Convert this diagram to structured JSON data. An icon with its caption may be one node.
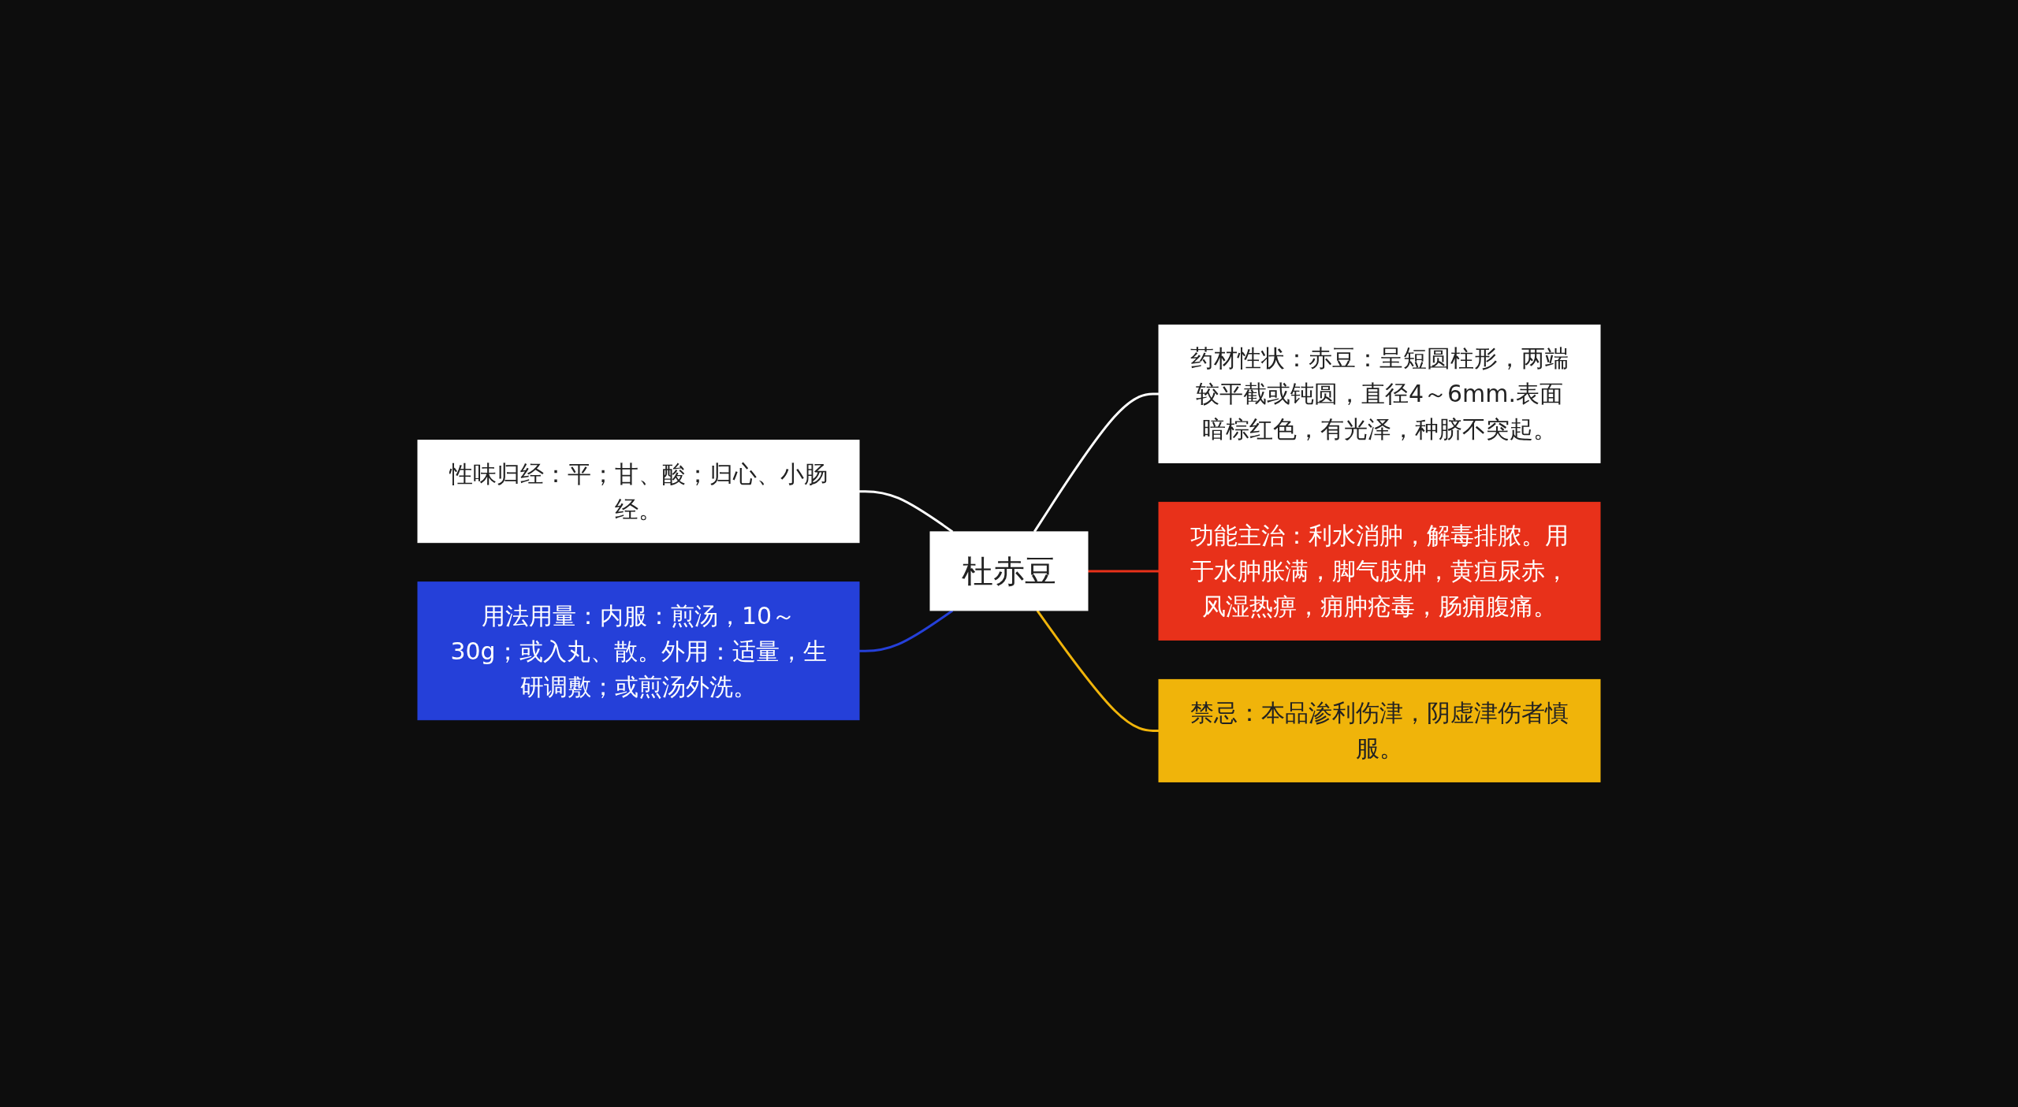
{
  "diagram": {
    "nodes": [
      {
        "text": [
          "杜赤豆"
        ]
      },
      {
        "text": [
          "性味归经：平；甘、酸；归心、小肠经。"
        ]
      },
      {
        "text": [
          "用法用量：内服：煎汤，10～30g；或入丸、散。外用：适量，生研调敷；或煎汤外洗。"
        ]
      },
      {
        "text": [
          "药材性状：赤豆：呈短圆柱形，两端较平截或钝圆，直径4～6mm.表面暗棕红色，有光泽，种脐不突起。"
        ]
      },
      {
        "text": [
          "功能主治：利水消肿，解毒排脓。用于水肿胀满，脚气肢肿，黄疸尿赤，风湿热痹，痈肿疮毒，肠痈腹痛。"
        ]
      },
      {
        "text": [
          "禁忌：本品渗利伤津，阴虚津伤者慎服。"
        ]
      }
    ],
    "edges": [
      {
        "from": 0,
        "to": 1,
        "arrow": "none",
        "color": "#ffffff"
      },
      {
        "from": 0,
        "to": 2,
        "arrow": "none",
        "color": "#2540d9"
      },
      {
        "from": 0,
        "to": 3,
        "arrow": "none",
        "color": "#ffffff"
      },
      {
        "from": 0,
        "to": 4,
        "arrow": "none",
        "color": "#e8311a"
      },
      {
        "from": 0,
        "to": 5,
        "arrow": "none",
        "color": "#f0b40a"
      }
    ]
  }
}
